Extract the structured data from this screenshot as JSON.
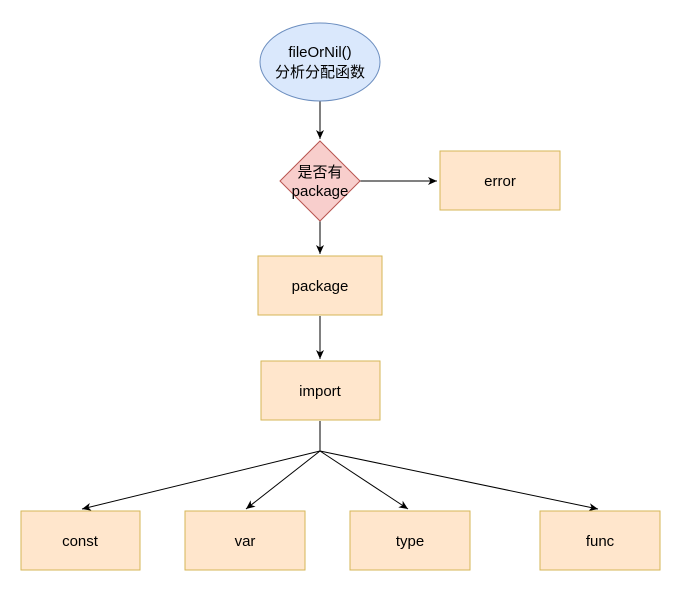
{
  "nodes": {
    "start": {
      "line1": "fileOrNil()",
      "line2": "分析分配函数"
    },
    "decision": {
      "line1": "是否有",
      "line2": "package"
    },
    "error": {
      "label": "error"
    },
    "package": {
      "label": "package"
    },
    "import": {
      "label": "import"
    },
    "const": {
      "label": "const"
    },
    "var": {
      "label": "var"
    },
    "type": {
      "label": "type"
    },
    "func": {
      "label": "func"
    }
  }
}
